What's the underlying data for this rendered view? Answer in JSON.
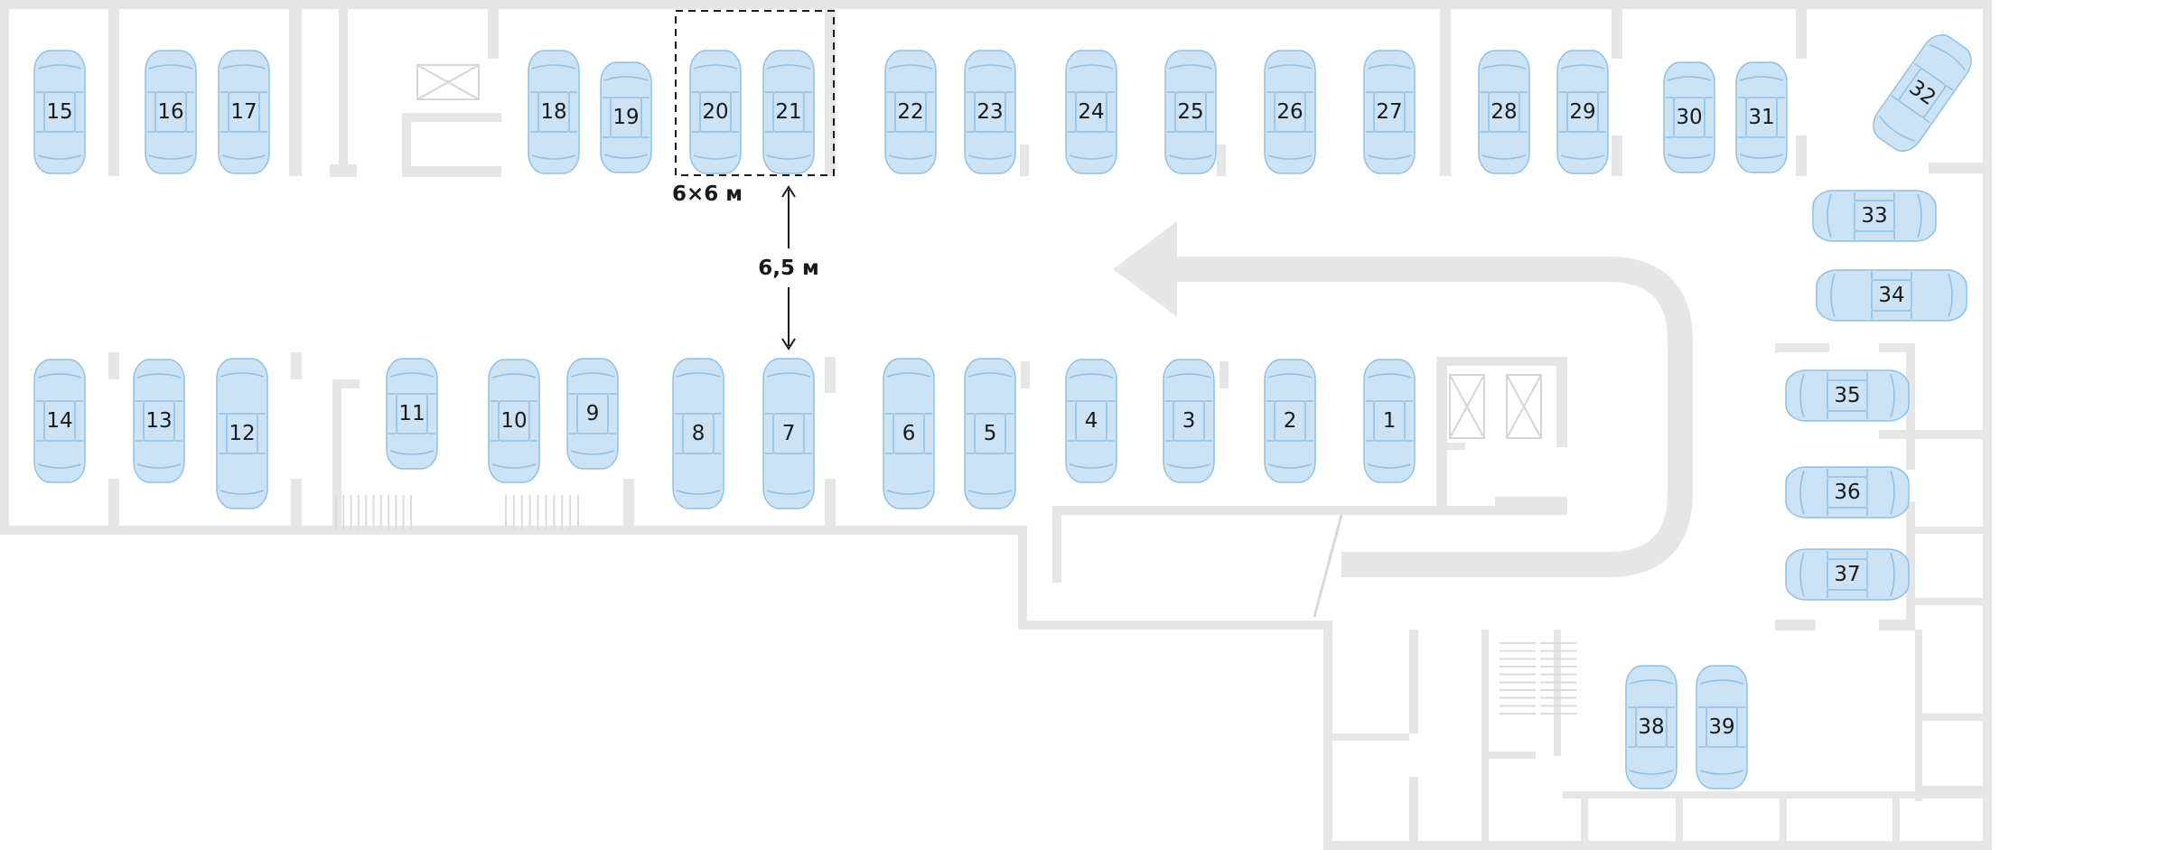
{
  "plan": {
    "spots": [
      {
        "n": "15",
        "o": "v"
      },
      {
        "n": "16",
        "o": "v"
      },
      {
        "n": "17",
        "o": "v"
      },
      {
        "n": "18",
        "o": "v"
      },
      {
        "n": "19",
        "o": "v"
      },
      {
        "n": "20",
        "o": "v"
      },
      {
        "n": "21",
        "o": "v"
      },
      {
        "n": "22",
        "o": "v"
      },
      {
        "n": "23",
        "o": "v"
      },
      {
        "n": "24",
        "o": "v"
      },
      {
        "n": "25",
        "o": "v"
      },
      {
        "n": "26",
        "o": "v"
      },
      {
        "n": "27",
        "o": "v"
      },
      {
        "n": "28",
        "o": "v"
      },
      {
        "n": "29",
        "o": "v"
      },
      {
        "n": "30",
        "o": "v"
      },
      {
        "n": "31",
        "o": "v"
      },
      {
        "n": "32",
        "o": "diag"
      },
      {
        "n": "33",
        "o": "h"
      },
      {
        "n": "34",
        "o": "h"
      },
      {
        "n": "14",
        "o": "v"
      },
      {
        "n": "13",
        "o": "v"
      },
      {
        "n": "12",
        "o": "v"
      },
      {
        "n": "11",
        "o": "v"
      },
      {
        "n": "10",
        "o": "v"
      },
      {
        "n": "9",
        "o": "v"
      },
      {
        "n": "8",
        "o": "v"
      },
      {
        "n": "7",
        "o": "v"
      },
      {
        "n": "6",
        "o": "v"
      },
      {
        "n": "5",
        "o": "v"
      },
      {
        "n": "4",
        "o": "v"
      },
      {
        "n": "3",
        "o": "v"
      },
      {
        "n": "2",
        "o": "v"
      },
      {
        "n": "1",
        "o": "v"
      },
      {
        "n": "35",
        "o": "h"
      },
      {
        "n": "36",
        "o": "h"
      },
      {
        "n": "37",
        "o": "h"
      },
      {
        "n": "38",
        "o": "v"
      },
      {
        "n": "39",
        "o": "v"
      }
    ],
    "spot_size_label": "6×6 м",
    "aisle_width_label": "6,5 м",
    "car_fill": "#cce3f6",
    "car_stroke": "#8fc0e6",
    "wall_color": "#e6e6e6",
    "drive_arrow_icon": "u-turn-arrow-icon"
  }
}
